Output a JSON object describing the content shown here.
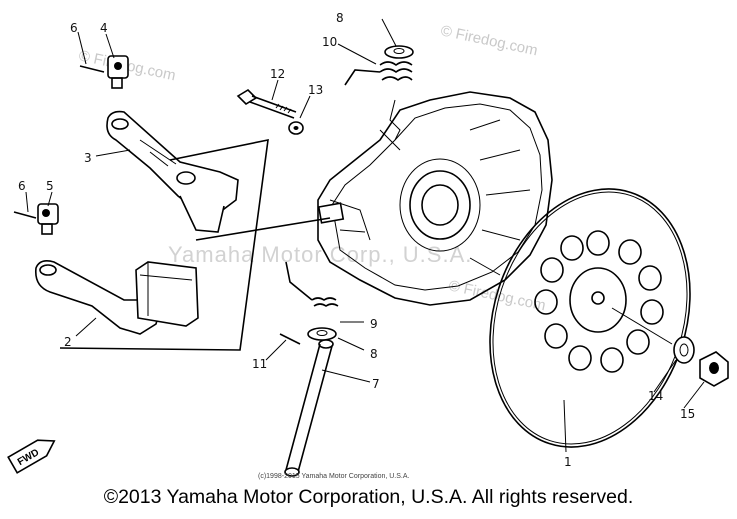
{
  "watermark": {
    "firedog_text": "© Firedog.com",
    "yamaha_text": "Yamaha Motor Corp., U.S.A.",
    "small_copyright": "(c)1998-2015 Yamaha Motor Corporation, U.S.A."
  },
  "callouts": {
    "c1": "1",
    "c2": "2",
    "c3": "3",
    "c4": "4",
    "c5": "5",
    "c6a": "6",
    "c6b": "6",
    "c7": "7",
    "c8a": "8",
    "c8b": "8",
    "c9": "9",
    "c10": "10",
    "c11": "11",
    "c12": "12",
    "c13": "13",
    "c14": "14",
    "c15": "15"
  },
  "fwd_label": "FWD",
  "footer": "©2013 Yamaha Motor Corporation, U.S.A. All rights reserved."
}
